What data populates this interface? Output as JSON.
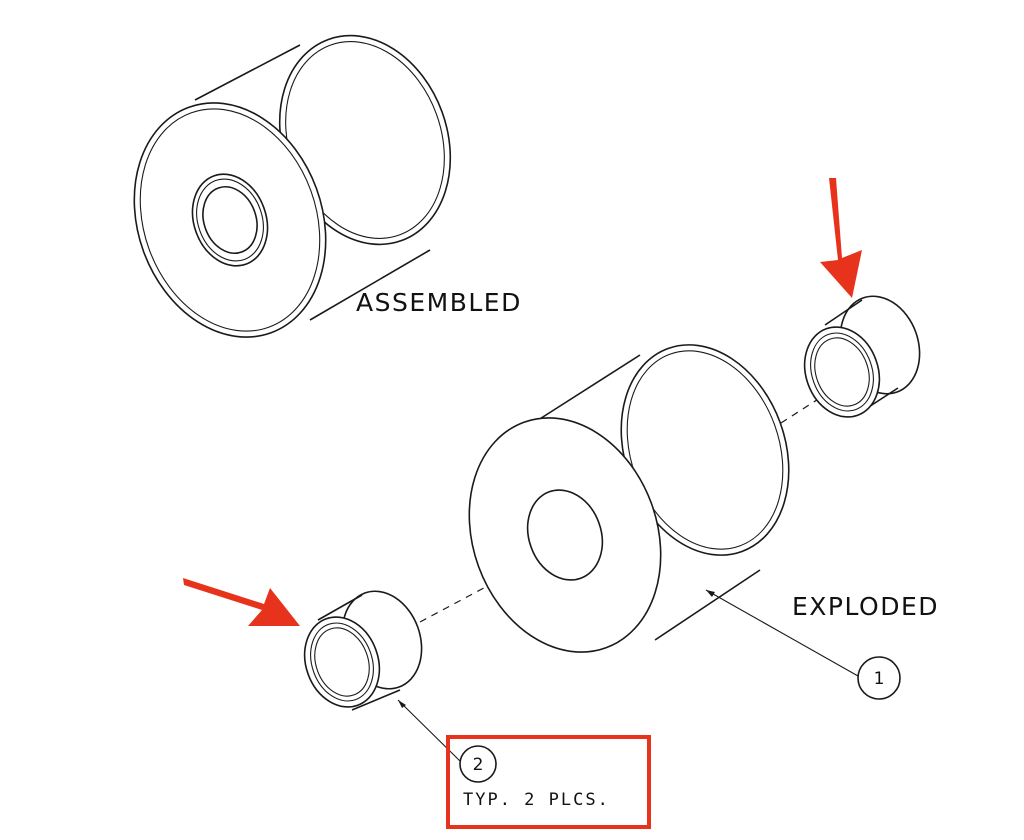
{
  "views": {
    "assembled_label": "ASSEMBLED",
    "exploded_label": "EXPLODED"
  },
  "callouts": [
    {
      "number": "1"
    },
    {
      "number": "2",
      "note": "TYP. 2 PLCS."
    }
  ],
  "colors": {
    "annotation": "#e8331c",
    "line": "#1a1a1a"
  }
}
